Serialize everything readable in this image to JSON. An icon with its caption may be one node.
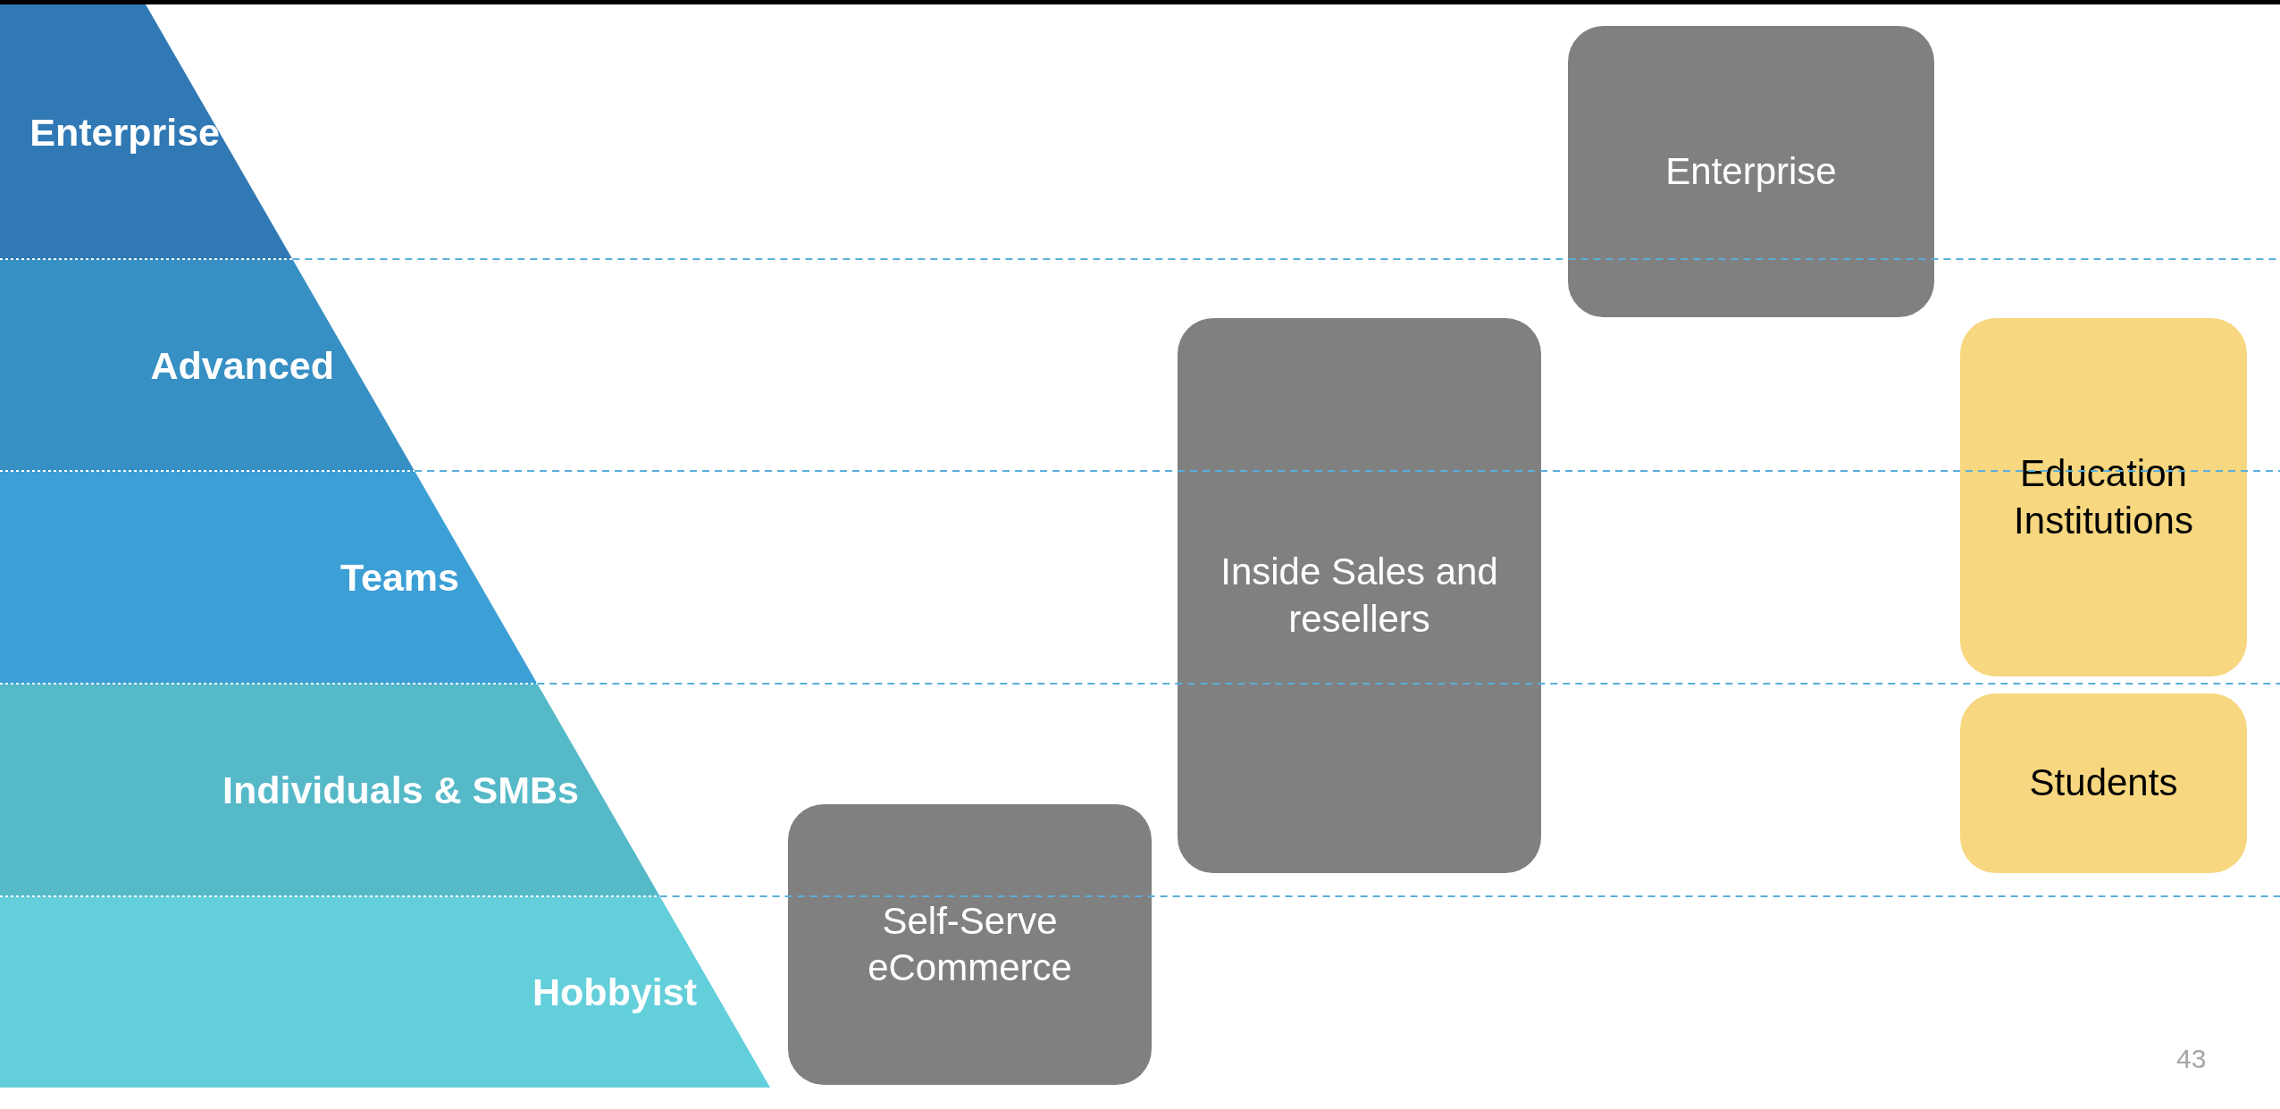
{
  "diagram": {
    "nodes": [
      {
        "text": [
          "Enterprise"
        ]
      },
      {
        "text": [
          "Advanced"
        ]
      },
      {
        "text": [
          "Teams"
        ]
      },
      {
        "text": [
          "Individuals & SMBs"
        ]
      },
      {
        "text": [
          "Hobbyist"
        ]
      },
      {
        "text": [
          "Enterprise"
        ]
      },
      {
        "text": [
          "Inside Sales and resellers"
        ]
      },
      {
        "text": [
          "Education Institutions"
        ]
      },
      {
        "text": [
          "Students"
        ]
      },
      {
        "text": [
          "Self-Serve eCommerce"
        ]
      }
    ],
    "labels": [
      "43"
    ]
  }
}
